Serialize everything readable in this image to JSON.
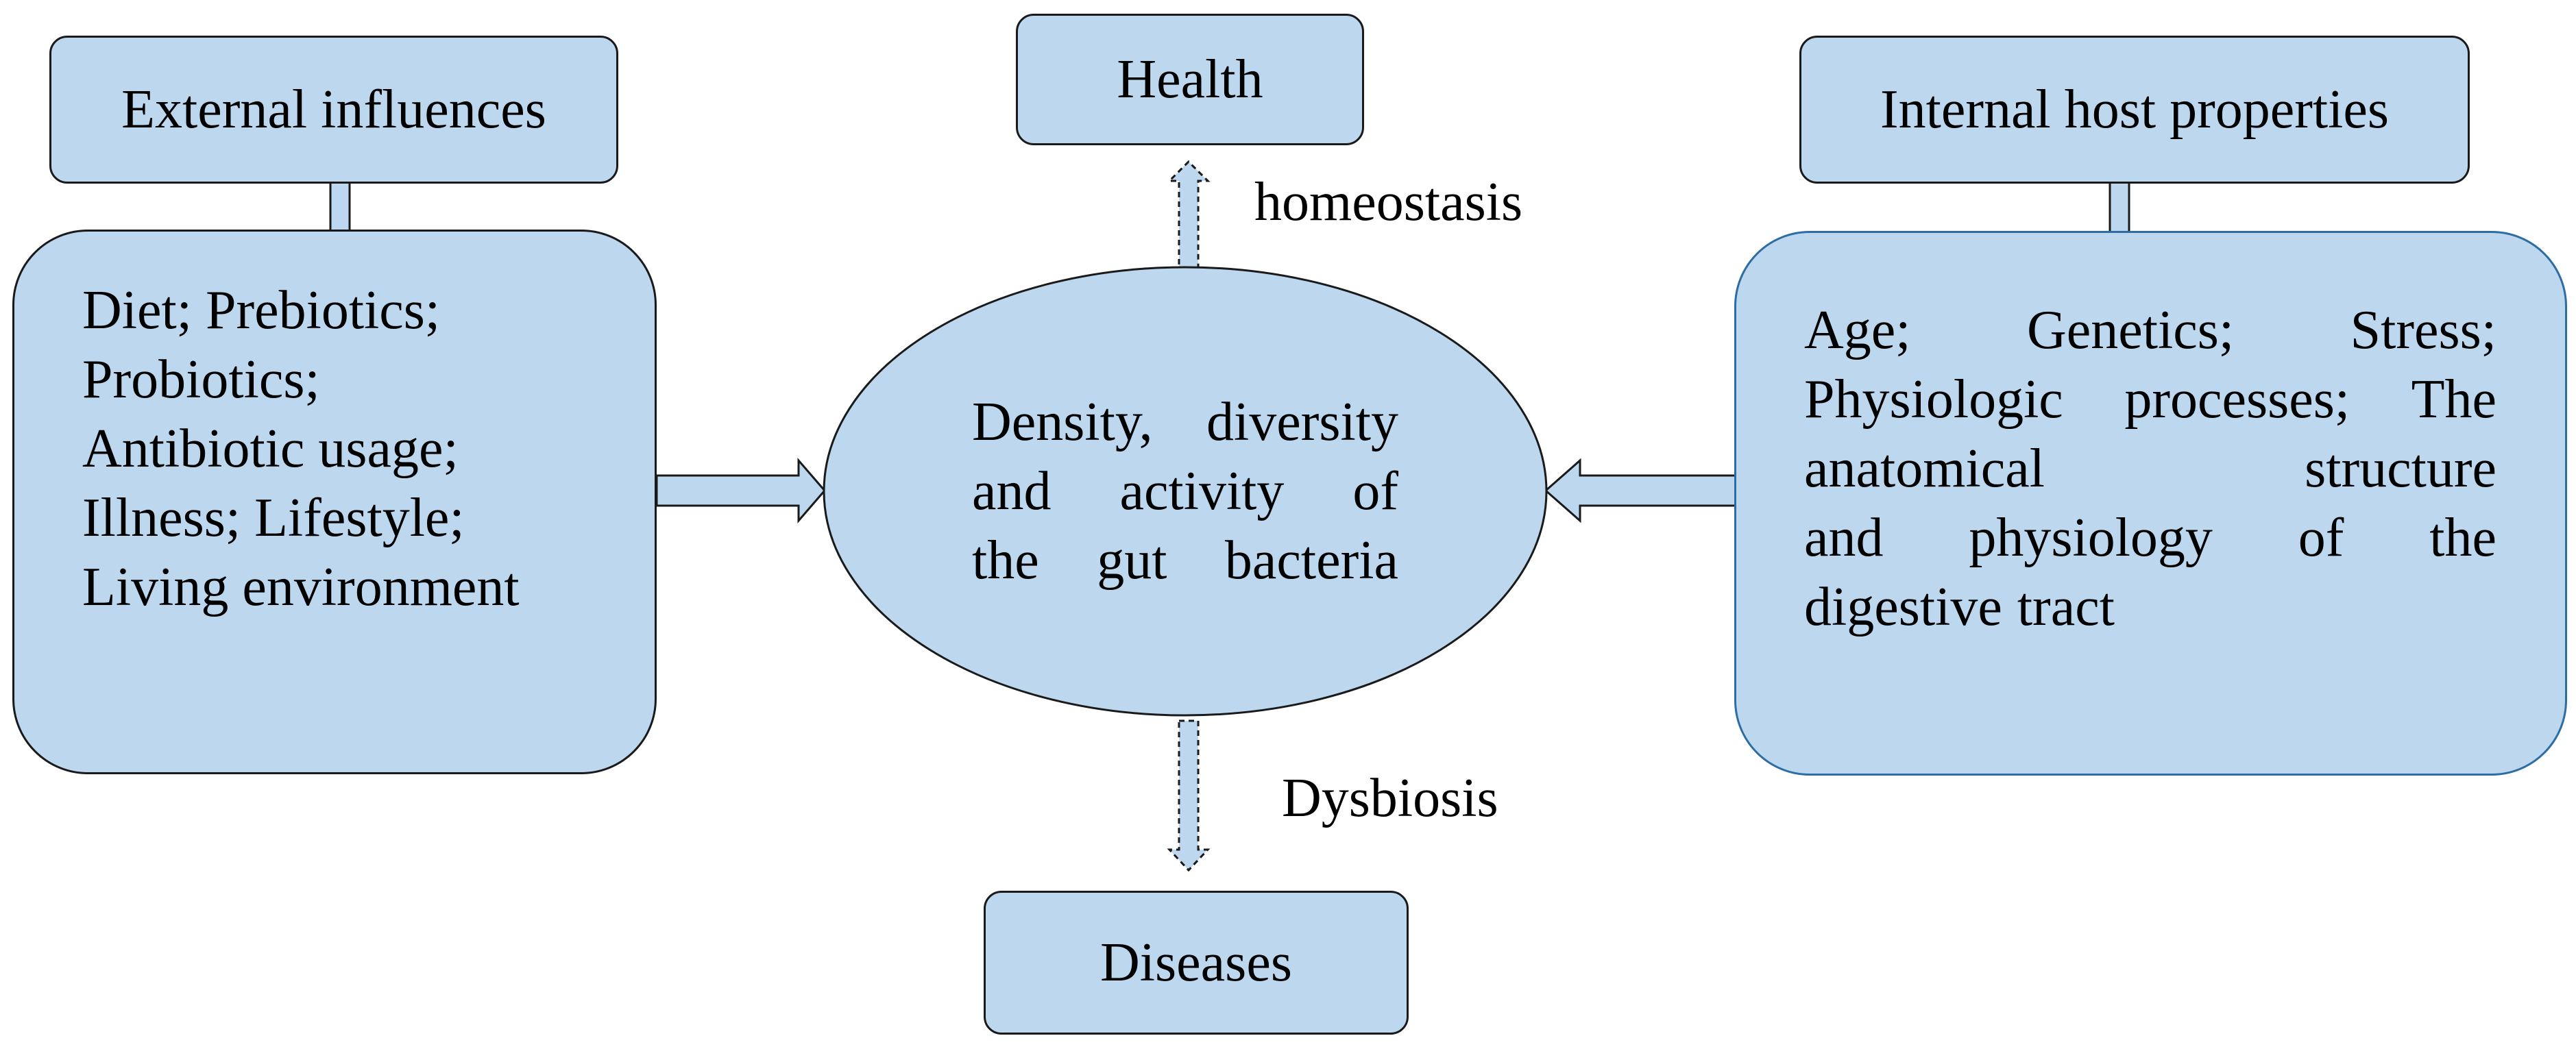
{
  "external": {
    "title": "External influences",
    "items": [
      "Diet; Prebiotics;",
      "Probiotics;",
      "Antibiotic usage;",
      "Illness; Lifestyle;",
      "Living environment"
    ]
  },
  "internal": {
    "title": "Internal host properties",
    "lines": [
      [
        "Age;",
        "Genetics;",
        "Stress;"
      ],
      [
        "Physiologic",
        "processes;",
        "The"
      ],
      [
        "anatomical",
        "structure"
      ],
      [
        "and",
        "physiology",
        "of",
        "the"
      ],
      [
        "digestive",
        "tract"
      ]
    ]
  },
  "center": {
    "lines": [
      [
        "Density,",
        "diversity"
      ],
      [
        "and",
        "activity",
        "of"
      ],
      [
        "the",
        "gut",
        "bacteria"
      ]
    ]
  },
  "health": {
    "title": "Health",
    "arrow_label": "homeostasis"
  },
  "diseases": {
    "title": "Diseases",
    "arrow_label": "Dysbiosis"
  },
  "colors": {
    "fill": "#bdd7ee",
    "stroke": "#1a1a1a",
    "accent_stroke": "#2e6da4"
  }
}
